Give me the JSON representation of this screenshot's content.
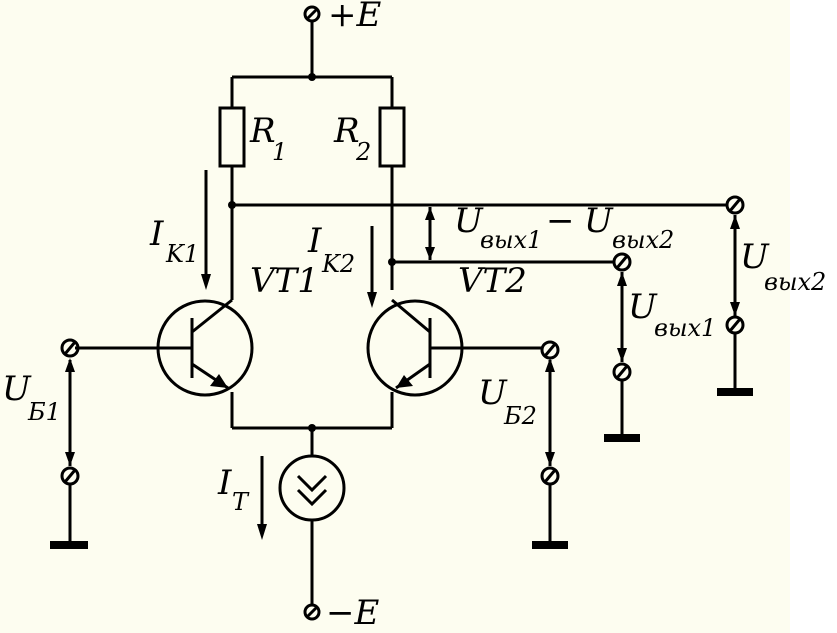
{
  "colors": {
    "background": "#fdfdf0",
    "ink": "#000000"
  },
  "labels": {
    "supply_pos": "+E",
    "supply_neg": "−E",
    "r1": {
      "main": "R",
      "sub": "1"
    },
    "r2": {
      "main": "R",
      "sub": "2"
    },
    "ik1": {
      "main": "I",
      "sub": "K1"
    },
    "ik2": {
      "main": "I",
      "sub": "K2"
    },
    "vt1": "VT1",
    "vt2": "VT2",
    "it": {
      "main": "I",
      "sub": "T"
    },
    "ub1": {
      "main": "U",
      "sub": "Б1"
    },
    "ub2": {
      "main": "U",
      "sub": "Б2"
    },
    "udiff": {
      "m1": "U",
      "s1": "вых1",
      "minus": " −",
      "m2": "U",
      "s2": "вых2"
    },
    "uout1": {
      "main": "U",
      "sub": "вых1"
    },
    "uout2": {
      "main": "U",
      "sub": "вых2"
    }
  }
}
